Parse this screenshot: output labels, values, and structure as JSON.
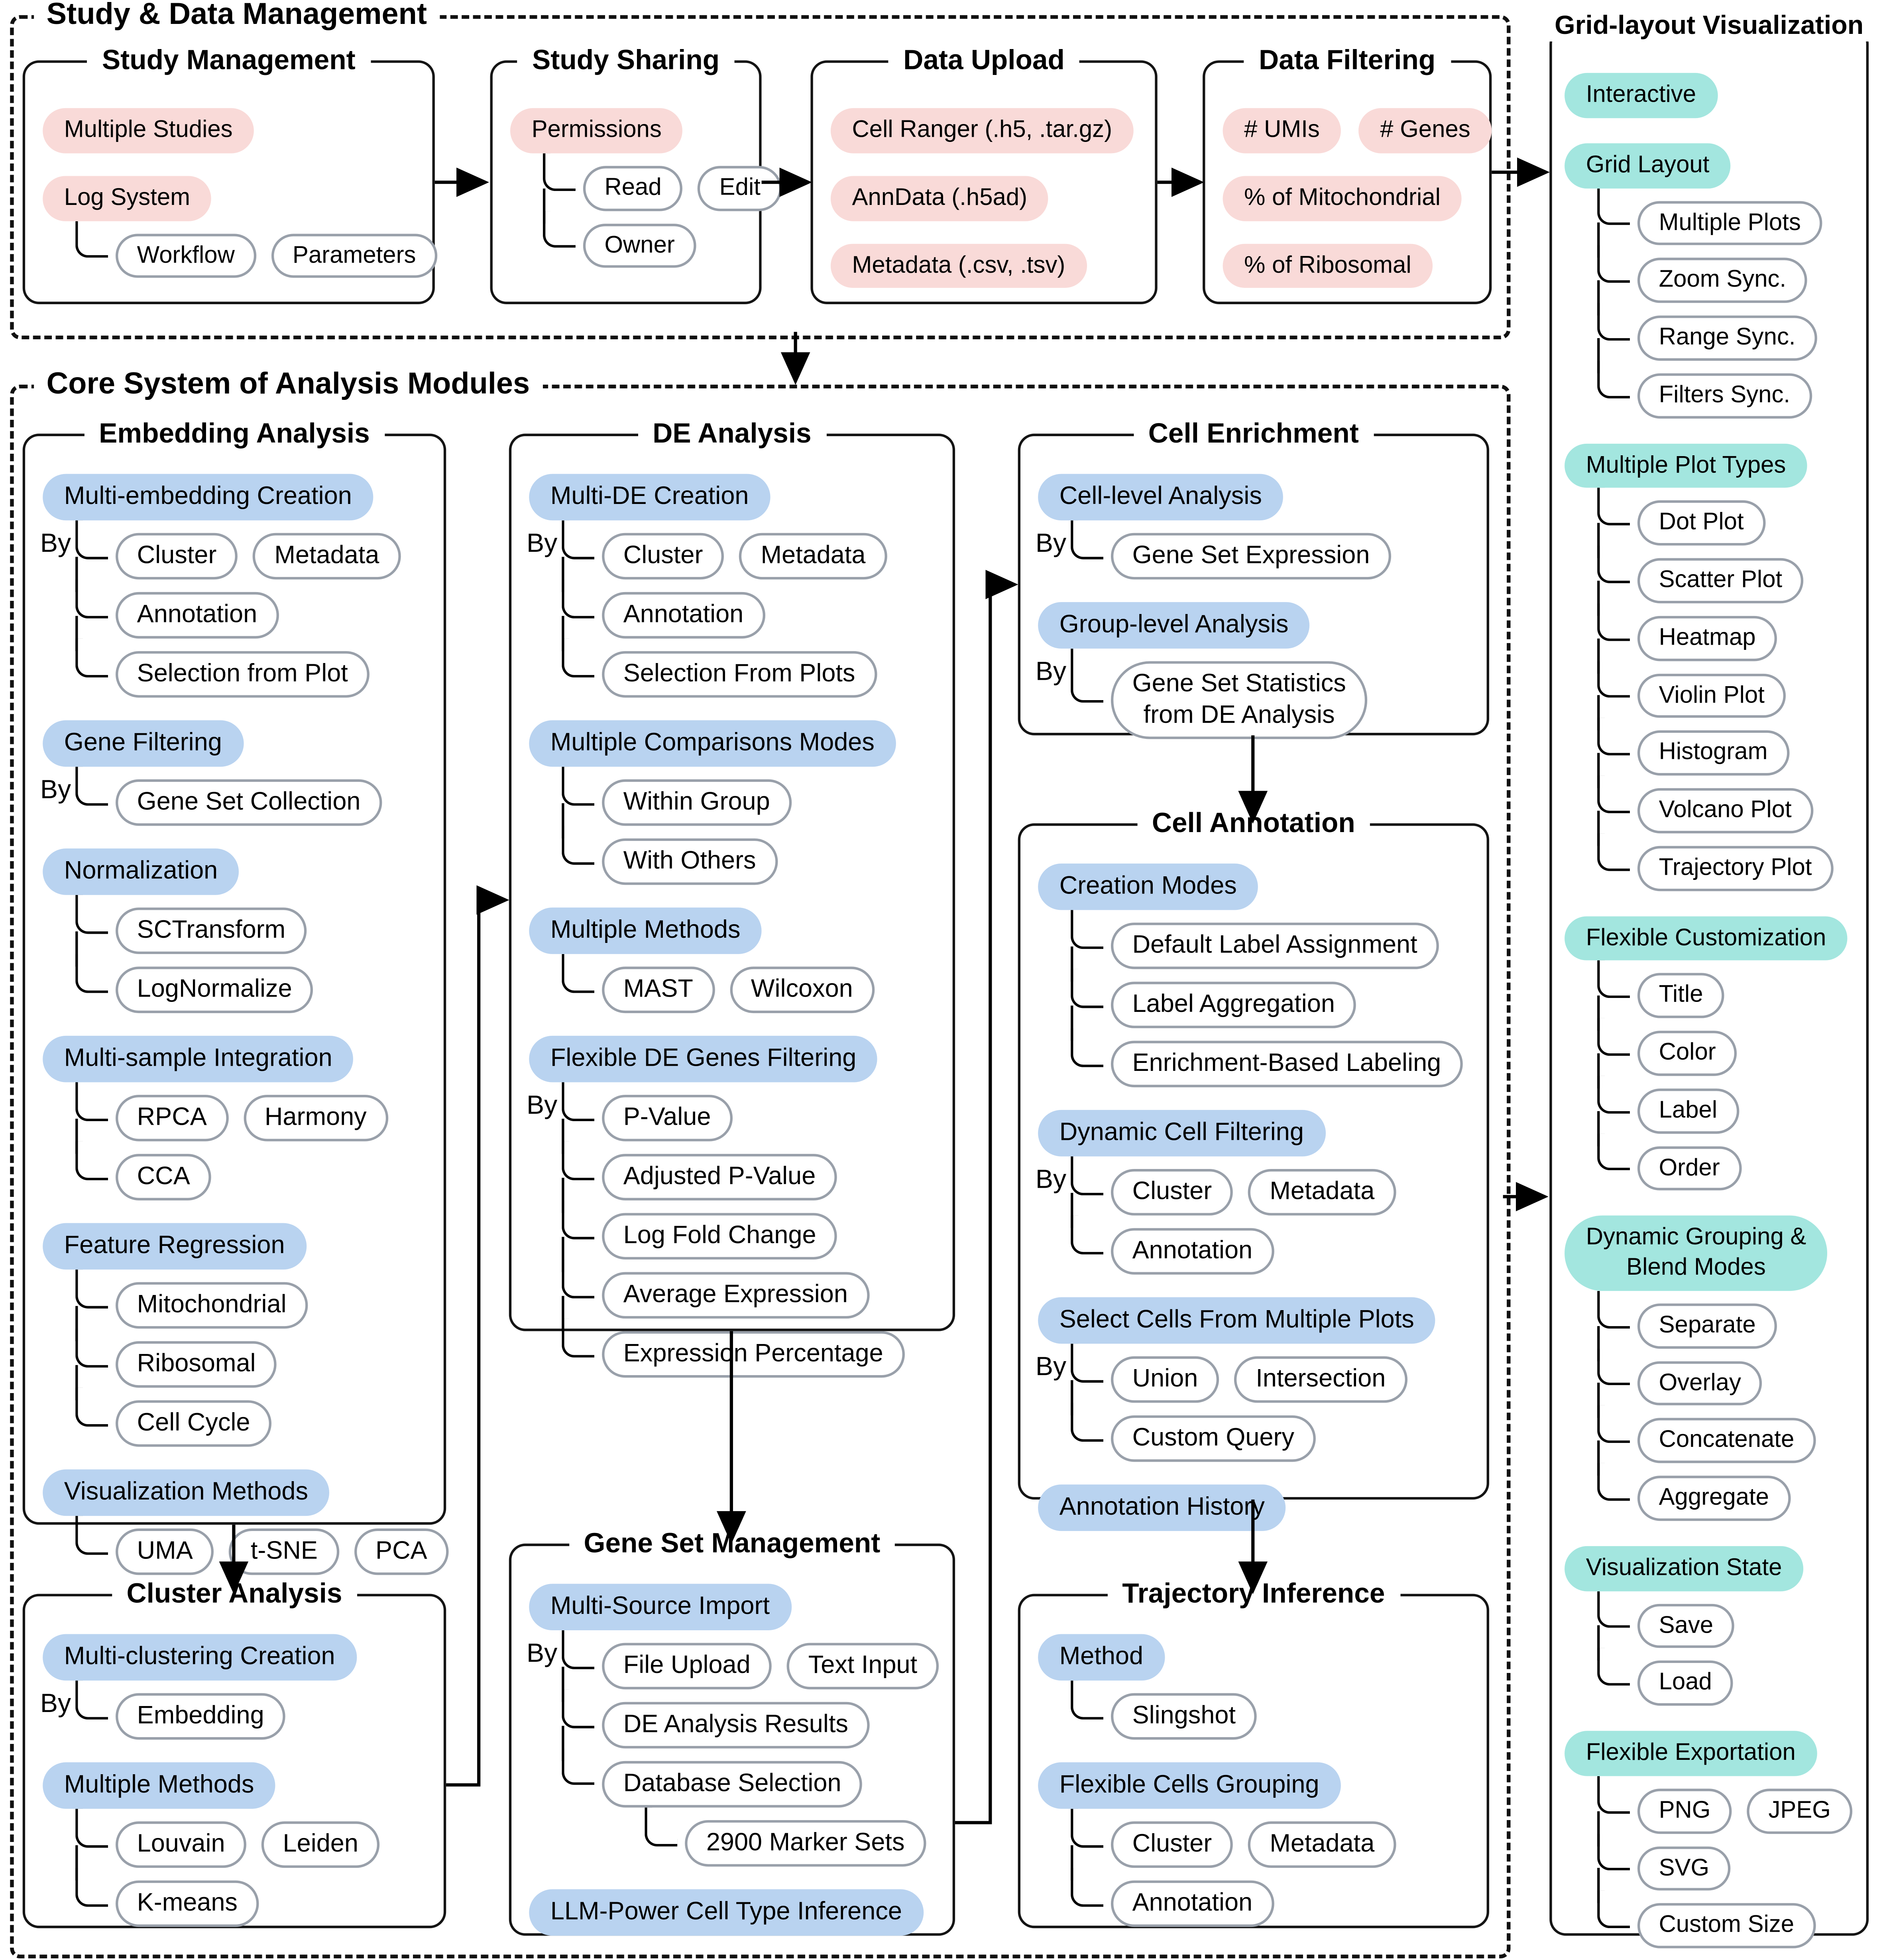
{
  "by_label": "By",
  "sections": {
    "study_data_management": {
      "label": "Study & Data Management"
    },
    "core_system": {
      "label": "Core System of Analysis Modules"
    }
  },
  "boxes": {
    "study_management": {
      "title": "Study Management",
      "groups": [
        {
          "pill": "Multiple Studies",
          "style": "pink"
        },
        {
          "pill": "Log System",
          "style": "pink",
          "children": [
            [
              "Workflow",
              "Parameters"
            ]
          ]
        }
      ]
    },
    "study_sharing": {
      "title": "Study Sharing",
      "groups": [
        {
          "pill": "Permissions",
          "style": "pink",
          "children": [
            [
              "Read",
              "Edit"
            ],
            [
              "Owner"
            ]
          ]
        }
      ]
    },
    "data_upload": {
      "title": "Data Upload",
      "groups": [
        {
          "pill": "Cell Ranger (.h5, .tar.gz)",
          "style": "pink"
        },
        {
          "pill": "AnnData (.h5ad)",
          "style": "pink"
        },
        {
          "pill": "Metadata (.csv, .tsv)",
          "style": "pink"
        }
      ]
    },
    "data_filtering": {
      "title": "Data Filtering",
      "groups": [
        {
          "pills": [
            "# UMIs",
            "# Genes"
          ],
          "style": "pink"
        },
        {
          "pill": "% of Mitochondrial",
          "style": "pink"
        },
        {
          "pill": "% of Ribosomal",
          "style": "pink"
        }
      ]
    },
    "embedding_analysis": {
      "title": "Embedding Analysis",
      "groups": [
        {
          "pill": "Multi-embedding Creation",
          "style": "blue",
          "by": true,
          "children": [
            [
              "Cluster",
              "Metadata"
            ],
            [
              "Annotation"
            ],
            [
              "Selection from Plot"
            ]
          ]
        },
        {
          "pill": "Gene Filtering",
          "style": "blue",
          "by": true,
          "children": [
            [
              "Gene Set Collection"
            ]
          ]
        },
        {
          "pill": "Normalization",
          "style": "blue",
          "children": [
            [
              "SCTransform"
            ],
            [
              "LogNormalize"
            ]
          ]
        },
        {
          "pill": "Multi-sample Integration",
          "style": "blue",
          "children": [
            [
              "RPCA",
              "Harmony"
            ],
            [
              "CCA"
            ]
          ]
        },
        {
          "pill": "Feature Regression",
          "style": "blue",
          "children": [
            [
              "Mitochondrial"
            ],
            [
              "Ribosomal"
            ],
            [
              "Cell Cycle"
            ]
          ]
        },
        {
          "pill": "Visualization Methods",
          "style": "blue",
          "children": [
            [
              "UMA",
              "t-SNE",
              "PCA"
            ]
          ]
        }
      ]
    },
    "cluster_analysis": {
      "title": "Cluster Analysis",
      "groups": [
        {
          "pill": "Multi-clustering Creation",
          "style": "blue",
          "by": true,
          "children": [
            [
              "Embedding"
            ]
          ]
        },
        {
          "pill": "Multiple Methods",
          "style": "blue",
          "children": [
            [
              "Louvain",
              "Leiden"
            ],
            [
              "K-means"
            ]
          ]
        }
      ]
    },
    "de_analysis": {
      "title": "DE Analysis",
      "groups": [
        {
          "pill": "Multi-DE Creation",
          "style": "blue",
          "by": true,
          "children": [
            [
              "Cluster",
              "Metadata"
            ],
            [
              "Annotation"
            ],
            [
              "Selection From Plots"
            ]
          ]
        },
        {
          "pill": "Multiple Comparisons Modes",
          "style": "blue",
          "children": [
            [
              "Within Group"
            ],
            [
              "With Others"
            ]
          ]
        },
        {
          "pill": "Multiple Methods",
          "style": "blue",
          "children": [
            [
              "MAST",
              "Wilcoxon"
            ]
          ]
        },
        {
          "pill": "Flexible DE Genes Filtering",
          "style": "blue",
          "by": true,
          "children": [
            [
              "P-Value"
            ],
            [
              "Adjusted P-Value"
            ],
            [
              "Log Fold Change"
            ],
            [
              "Average Expression"
            ],
            [
              "Expression Percentage"
            ]
          ]
        }
      ]
    },
    "gene_set_management": {
      "title": "Gene Set Management",
      "groups": [
        {
          "pill": "Multi-Source Import",
          "style": "blue",
          "by": true,
          "children": [
            [
              "File Upload",
              "Text Input"
            ],
            [
              "DE Analysis Results"
            ],
            [
              {
                "label": "Database Selection",
                "children": [
                  [
                    "2900 Marker Sets"
                  ]
                ]
              }
            ]
          ]
        },
        {
          "pill": "LLM-Power Cell Type Inference",
          "style": "blue"
        }
      ]
    },
    "cell_enrichment": {
      "title": "Cell Enrichment",
      "groups": [
        {
          "pill": "Cell-level Analysis",
          "style": "blue",
          "by": true,
          "children": [
            [
              "Gene Set Expression"
            ]
          ]
        },
        {
          "pill": "Group-level Analysis",
          "style": "blue",
          "by": true,
          "children": [
            [
              "Gene Set Statistics\nfrom DE Analysis"
            ]
          ]
        }
      ]
    },
    "cell_annotation": {
      "title": "Cell Annotation",
      "groups": [
        {
          "pill": "Creation Modes",
          "style": "blue",
          "children": [
            [
              "Default Label Assignment"
            ],
            [
              "Label Aggregation"
            ],
            [
              "Enrichment-Based Labeling"
            ]
          ]
        },
        {
          "pill": "Dynamic Cell Filtering",
          "style": "blue",
          "by": true,
          "children": [
            [
              "Cluster",
              "Metadata"
            ],
            [
              "Annotation"
            ]
          ]
        },
        {
          "pill": "Select Cells From Multiple Plots",
          "style": "blue",
          "by": true,
          "children": [
            [
              "Union",
              "Intersection"
            ],
            [
              "Custom Query"
            ]
          ]
        },
        {
          "pill": "Annotation History",
          "style": "blue"
        }
      ]
    },
    "trajectory_inference": {
      "title": "Trajectory Inference",
      "groups": [
        {
          "pill": "Method",
          "style": "blue",
          "children": [
            [
              "Slingshot"
            ]
          ]
        },
        {
          "pill": "Flexible Cells Grouping",
          "style": "blue",
          "children": [
            [
              "Cluster",
              "Metadata"
            ],
            [
              "Annotation"
            ]
          ]
        }
      ]
    },
    "grid_visualization": {
      "title": "Grid-layout Visualization",
      "groups": [
        {
          "pill": "Interactive",
          "style": "teal"
        },
        {
          "pill": "Grid Layout",
          "style": "teal",
          "children": [
            [
              "Multiple Plots"
            ],
            [
              "Zoom Sync."
            ],
            [
              "Range Sync."
            ],
            [
              "Filters Sync."
            ]
          ]
        },
        {
          "pill": "Multiple Plot Types",
          "style": "teal",
          "children": [
            [
              "Dot Plot"
            ],
            [
              "Scatter Plot"
            ],
            [
              "Heatmap"
            ],
            [
              "Violin Plot"
            ],
            [
              "Histogram"
            ],
            [
              "Volcano Plot"
            ],
            [
              "Trajectory Plot"
            ]
          ]
        },
        {
          "pill": "Flexible Customization",
          "style": "teal",
          "children": [
            [
              "Title"
            ],
            [
              "Color"
            ],
            [
              "Label"
            ],
            [
              "Order"
            ]
          ]
        },
        {
          "pill": "Dynamic Grouping &\nBlend Modes",
          "style": "teal",
          "children": [
            [
              "Separate"
            ],
            [
              "Overlay"
            ],
            [
              "Concatenate"
            ],
            [
              "Aggregate"
            ]
          ]
        },
        {
          "pill": "Visualization State",
          "style": "teal",
          "children": [
            [
              "Save"
            ],
            [
              "Load"
            ]
          ]
        },
        {
          "pill": "Flexible Exportation",
          "style": "teal",
          "children": [
            [
              "PNG",
              "JPEG"
            ],
            [
              "SVG"
            ],
            [
              "Custom Size"
            ]
          ]
        }
      ]
    }
  }
}
